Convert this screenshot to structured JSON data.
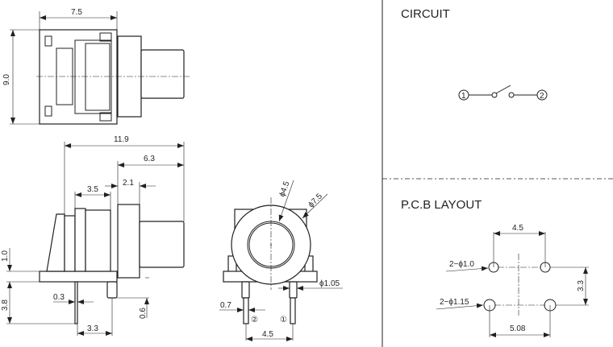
{
  "top_view": {
    "width_dim": "7.5",
    "height_dim": "9.0"
  },
  "side_view": {
    "overall_length": "11.9",
    "front_length": "6.3",
    "flange_thickness": "2.1",
    "body_depth": "3.5",
    "height_above_plate": "1.0",
    "pin_length": "3.8",
    "pin_thickness": "0.3",
    "boss_length": "0.6",
    "pin_spacing": "3.3"
  },
  "front_view": {
    "inner_diameter": "ϕ4.5",
    "outer_diameter": "ϕ7.5",
    "boss_diameter": "ϕ1.05",
    "pin_width": "0.7",
    "pin_spacing": "4.5",
    "pin2_label": "②",
    "pin1_label": "①"
  },
  "circuit": {
    "title": "CIRCUIT",
    "terminal1": "1",
    "terminal2": "2"
  },
  "pcb_layout": {
    "title": "P.C.B LAYOUT",
    "top_spacing": "4.5",
    "bottom_spacing": "5.08",
    "row_spacing": "3.3",
    "small_hole_label": "2−ϕ1.0",
    "large_hole_label": "2−ϕ1.15"
  }
}
